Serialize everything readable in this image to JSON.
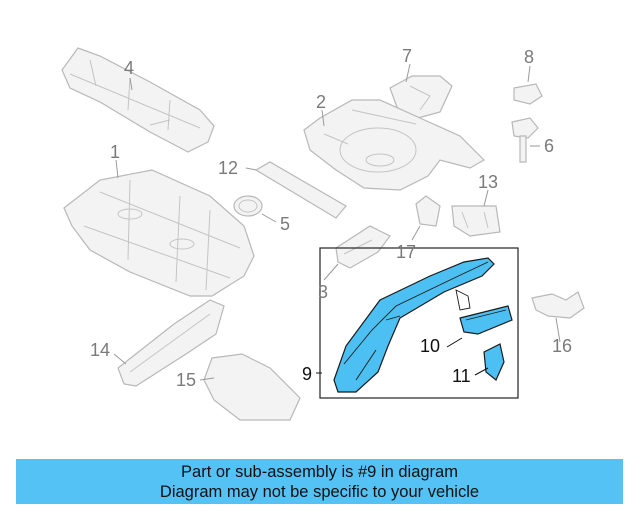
{
  "callouts": {
    "c1": "1",
    "c2": "2",
    "c3": "3",
    "c4": "4",
    "c5": "5",
    "c6": "6",
    "c7": "7",
    "c8": "8",
    "c9": "9",
    "c10": "10",
    "c11": "11",
    "c12": "12",
    "c13": "13",
    "c14": "14",
    "c15": "15",
    "c16": "16",
    "c17": "17"
  },
  "highlighted_part": "9",
  "colors": {
    "highlight": "#4cc0f2",
    "banner": "#55c2f5"
  },
  "banner": {
    "line1": "Part or sub-assembly is #9 in diagram",
    "line2": "Diagram may not be specific to your vehicle"
  }
}
